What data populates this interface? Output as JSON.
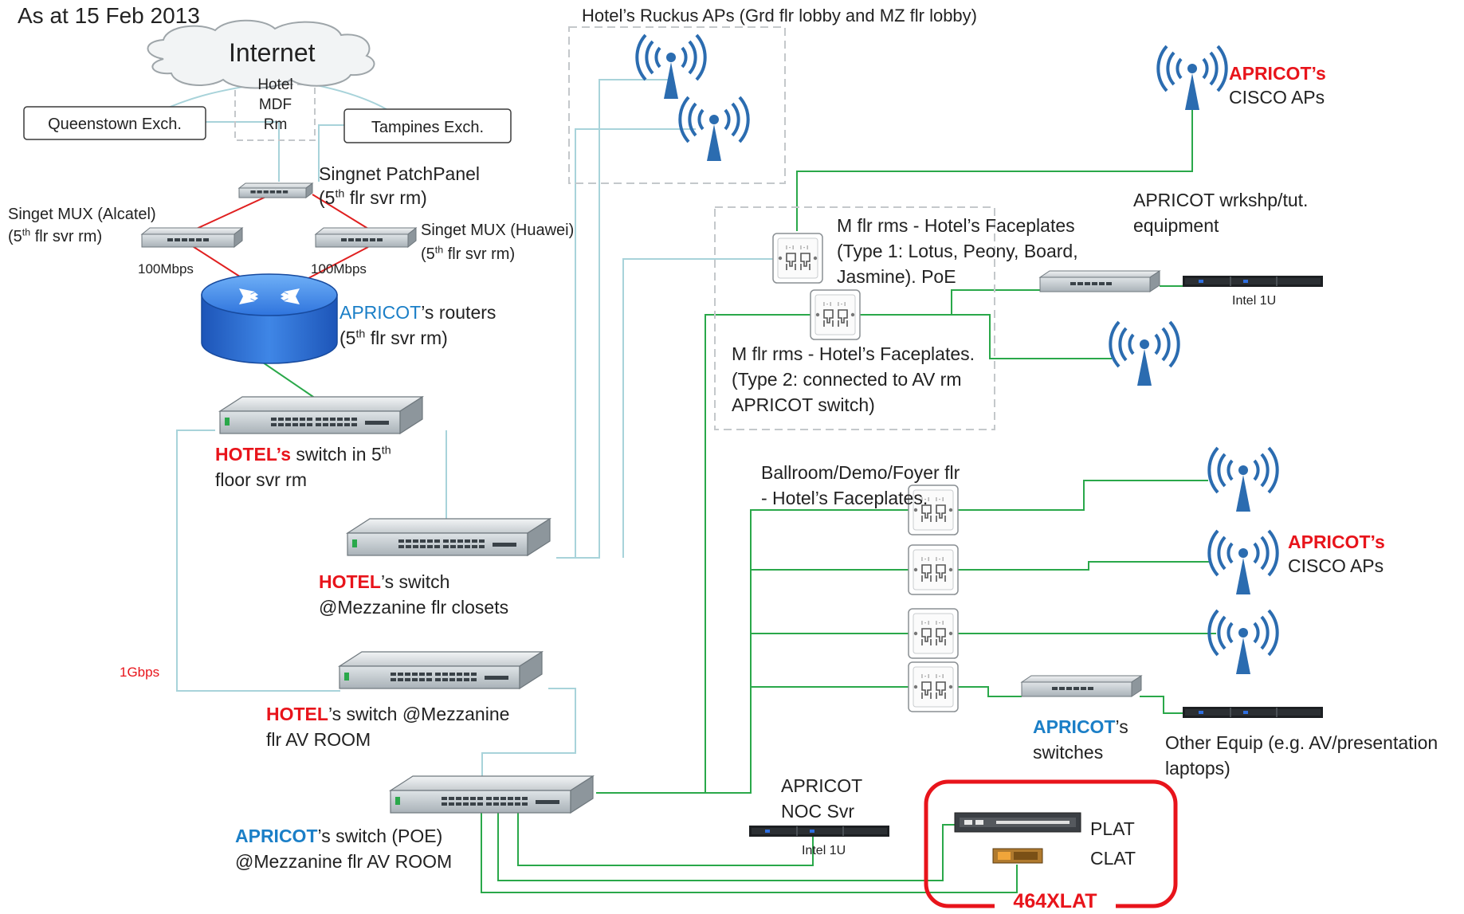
{
  "title": "As at 15 Feb 2013",
  "cloud": {
    "label": "Internet"
  },
  "mdf": {
    "lines": [
      "Hotel",
      "MDF",
      "Rm"
    ]
  },
  "exchanges": {
    "queenstown": "Queenstown Exch.",
    "tampines": "Tampines Exch."
  },
  "patch_panel": {
    "name": "Singnet  PatchPanel",
    "loc_a": "(5",
    "loc_sup": "th",
    "loc_b": " flr svr rm)"
  },
  "mux_alcatel": {
    "name": "Singet MUX (Alcatel)",
    "loc_a": "(5",
    "loc_sup": "th",
    "loc_b": " flr svr rm)",
    "speed": "100Mbps"
  },
  "mux_huawei": {
    "name": "Singet MUX (Huawei)",
    "loc_a": "(5",
    "loc_sup": "th",
    "loc_b": " flr svr rm)",
    "speed": "100Mbps"
  },
  "routers": {
    "brand": "APRICOT",
    "rest": "’s routers",
    "loc_a": "(5",
    "loc_sup": "th",
    "loc_b": " flr svr rm)"
  },
  "hotel_switch_5th": {
    "brand": "HOTEL’s",
    "rest": " switch  in 5",
    "sup": "th",
    "line2": "floor svr rm"
  },
  "hotel_switch_mez": {
    "brand": "HOTEL",
    "rest": "’s switch",
    "line2": "@Mezzanine flr closets"
  },
  "hotel_switch_av": {
    "brand": "HOTEL",
    "rest": "’s switch @Mezzanine",
    "line2": "flr AV ROOM"
  },
  "link_1gbps": "1Gbps",
  "apricot_switch_poe": {
    "brand": "APRICOT",
    "rest": "’s switch (POE)",
    "line2": "@Mezzanine flr AV ROOM"
  },
  "ruckus": {
    "label": "Hotel’s Ruckus APs (Grd flr lobby and MZ flr lobby)"
  },
  "faceplates_type1": {
    "lines": [
      "M flr rms - Hotel’s Faceplates",
      "(Type 1:  Lotus, Peony, Board,",
      "Jasmine). PoE"
    ]
  },
  "faceplates_type2": {
    "lines": [
      "M flr rms - Hotel’s Faceplates.",
      "(Type 2: connected to AV rm",
      "APRICOT switch)"
    ]
  },
  "ballroom": {
    "lines": [
      "Ballroom/Demo/Foyer flr",
      "- Hotel’s Faceplates."
    ]
  },
  "cisco_aps_top": {
    "brand": "APRICOT’s",
    "line2": "CISCO APs"
  },
  "cisco_aps_mid": {
    "brand": "APRICOT’s",
    "line2": "CISCO APs"
  },
  "workshop": {
    "lines": [
      "APRICOT wrkshp/tut.",
      "equipment"
    ]
  },
  "intel_top": "Intel 1U",
  "intel_noc": "Intel 1U",
  "noc": {
    "lines": [
      "APRICOT",
      "NOC Svr"
    ]
  },
  "apricot_switches": {
    "brand": "APRICOT",
    "rest": "’s",
    "line2": "switches"
  },
  "other_equip": {
    "lines": [
      "Other Equip (e.g. AV/presentation",
      "laptops)"
    ]
  },
  "plat": "PLAT",
  "clat": "CLAT",
  "xlat": "464XLAT",
  "colors": {
    "red_brand": "#e8141b",
    "blue_brand": "#1b7fc7",
    "green_link": "#2aa84a",
    "lightblue_link": "#a8d3da",
    "red_link": "#e02020",
    "ap_icon": "#2b6cb0",
    "xlat_box": "#e8141b"
  }
}
